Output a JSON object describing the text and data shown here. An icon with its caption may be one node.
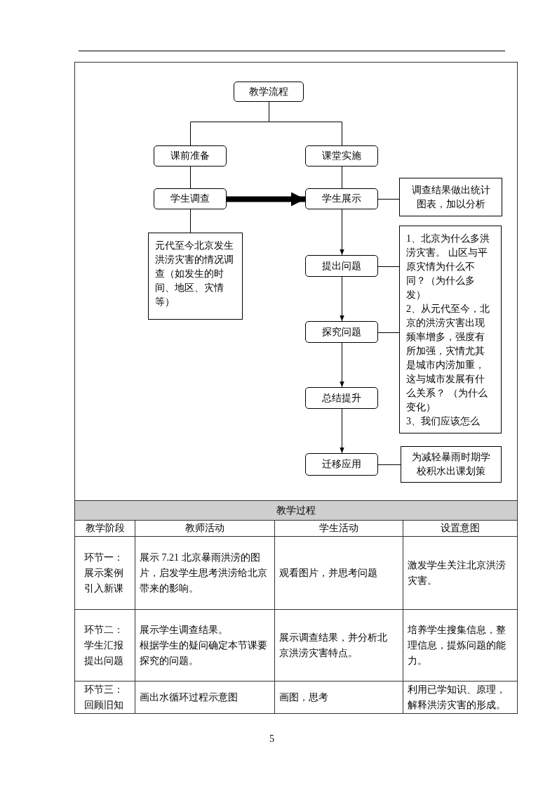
{
  "diagram": {
    "nodes": [
      {
        "text": [
          "教学流程"
        ]
      },
      {
        "text": [
          "课前准备"
        ]
      },
      {
        "text": [
          "课堂实施"
        ]
      },
      {
        "text": [
          "学生调查"
        ]
      },
      {
        "text": [
          "元代至今北京发生洪涝灾害的情况调查（如发生的时间、地区、灾情等）"
        ]
      },
      {
        "text": [
          "学生展示"
        ]
      },
      {
        "text": [
          "调查结果做出统计图表，加以分析"
        ]
      },
      {
        "text": [
          "提出问题"
        ]
      },
      {
        "text": [
          "1、北京为什么多洪涝灾害。 山区与平原灾情为什么不同？（为什么多发）",
          "2、从元代至今，北京的洪涝灾害出现频率增多，强度有所加强，灾情尤其是城市内涝加重，这与城市发展有什么关系？ （为什么变化）",
          "3、我们应该怎么"
        ]
      },
      {
        "text": [
          "探究问题"
        ]
      },
      {
        "text": [
          "总结提升"
        ]
      },
      {
        "text": [
          "迁移应用"
        ]
      },
      {
        "text": [
          "为减轻暴雨时期学校积水出课划策"
        ]
      }
    ],
    "edges": [
      {
        "from": 0,
        "to": 1,
        "arrow": "none"
      },
      {
        "from": 0,
        "to": 2,
        "arrow": "none"
      },
      {
        "from": 1,
        "to": 3,
        "arrow": "none"
      },
      {
        "from": 3,
        "to": 4,
        "arrow": "none"
      },
      {
        "from": 3,
        "to": 5,
        "arrow": "to",
        "style": "thick"
      },
      {
        "from": 2,
        "to": 5,
        "arrow": "none"
      },
      {
        "from": 5,
        "to": 6,
        "arrow": "none"
      },
      {
        "from": 5,
        "to": 7,
        "arrow": "to"
      },
      {
        "from": 7,
        "to": 8,
        "arrow": "none"
      },
      {
        "from": 7,
        "to": 9,
        "arrow": "to"
      },
      {
        "from": 9,
        "to": 8,
        "arrow": "none"
      },
      {
        "from": 9,
        "to": 10,
        "arrow": "to"
      },
      {
        "from": 10,
        "to": 11,
        "arrow": "to"
      },
      {
        "from": 11,
        "to": 12,
        "arrow": "none"
      }
    ],
    "labels": [
      "教学过程",
      "教学阶段",
      "教师活动",
      "学生活动",
      "设置意图",
      "环节一：展示案例引入新课",
      "展示 7.21 北京暴雨洪涝的图片，启发学生思考洪涝给北京带来的影响。",
      "观看图片，并思考问题",
      "激发学生关注北京洪涝灾害。",
      "环节二：学生汇报提出问题",
      "展示学生调查结果。",
      "根据学生的疑问确定本节课要探究的问题。",
      "展示调查结果，并分析北京洪涝灾害特点。",
      "培养学生搜集信息，整理信息，提炼问题的能力。",
      "环节三：回顾旧知",
      "画出水循环过程示意图",
      "画图，思考",
      "利用已学知识、原理，解释洪涝灾害的形成。",
      "5"
    ]
  }
}
